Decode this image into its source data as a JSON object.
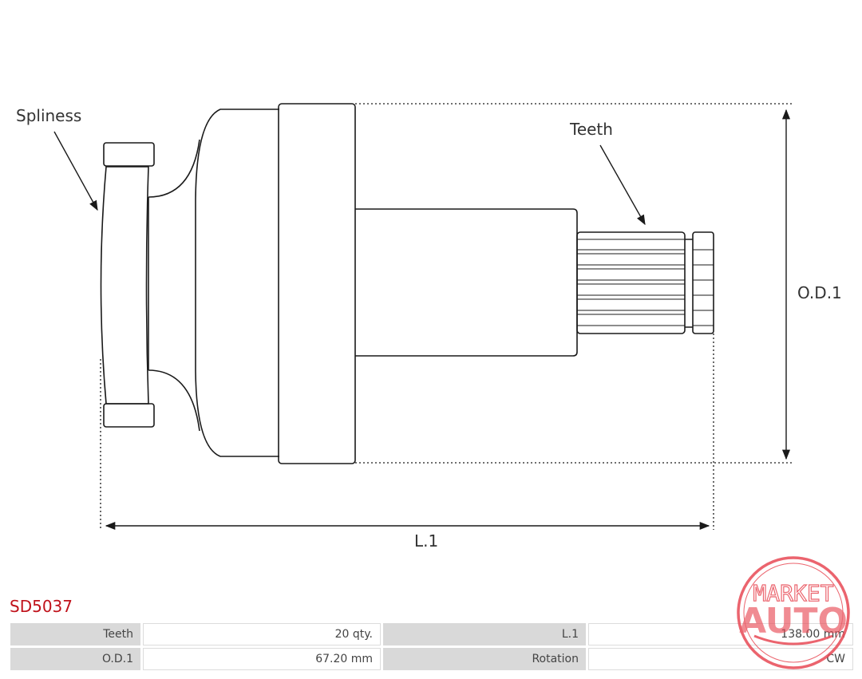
{
  "drawing": {
    "callouts": {
      "spliness": "Spliness",
      "teeth": "Teeth",
      "od1": "O.D.1",
      "l1": "L.1"
    }
  },
  "part_number": "SD5037",
  "specs": [
    {
      "key1": "Teeth",
      "val1": "20 qty.",
      "key2": "L.1",
      "val2": "138.00 mm"
    },
    {
      "key1": "O.D.1",
      "val1": "67.20 mm",
      "key2": "Rotation",
      "val2": "CW"
    }
  ],
  "watermark": {
    "line1": "MARKET",
    "line2": "AUTO"
  },
  "colors": {
    "accent": "#c0121b",
    "watermark": "#e84a55",
    "line": "#1a1a1a"
  }
}
